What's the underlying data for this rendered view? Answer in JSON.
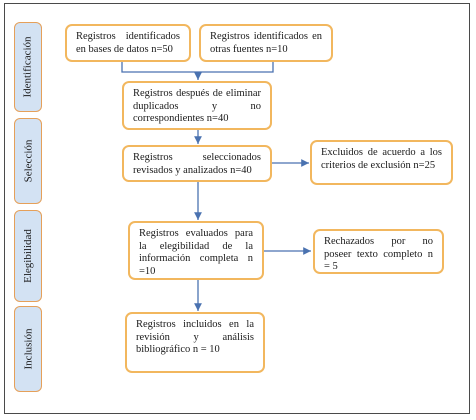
{
  "colors": {
    "box_border": "#f2b75e",
    "phase_fill": "#d3e2f3",
    "phase_border": "#e5a05a",
    "arrow": "#4a72b0"
  },
  "phases": [
    "Identificación",
    "Selección",
    "Elegibilidad",
    "Inclusión"
  ],
  "boxes": {
    "db": "Registros identificados en bases de datos n=50",
    "other": "Registros identificados en otras fuentes n=10",
    "dedup": "Registros después de eliminar duplicados y no correspondientes n=40",
    "screened": "Registros seleccionados revisados y analizados n=40",
    "excluded": "Excluidos de acuerdo a los criterios de exclusión n=25",
    "eligible": "Registros evaluados para la elegibilidad de la información completa n =10",
    "rejected": "Rechazados por no poseer texto completo n = 5",
    "included": "Registros incluidos en la revisión y análisis bibliográfico n = 10"
  }
}
